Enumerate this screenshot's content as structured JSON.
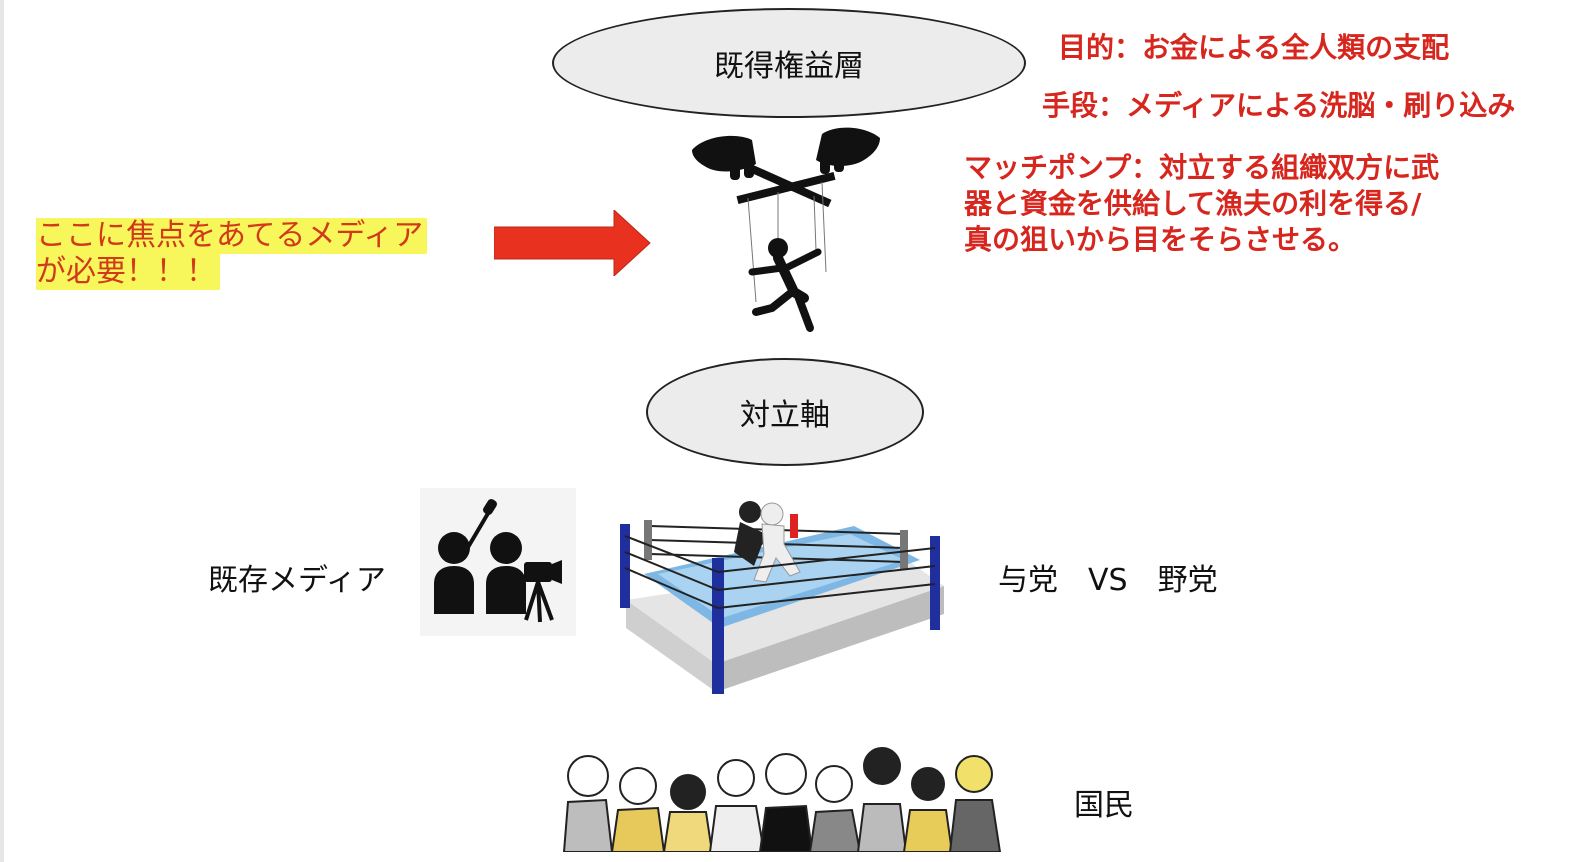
{
  "top_box": {
    "label": "既得権益層"
  },
  "purpose": "目的：お金による全人類の支配",
  "means": "手段：メディアによる洗脳・刷り込み",
  "matchpump": {
    "line1": "マッチポンプ：対立する組織双方に武",
    "line2": "器と資金を供給して漁夫の利を得る/",
    "line3": "真の狙いから目をそらさせる。"
  },
  "note": {
    "line1": "ここに焦点をあてるメディア",
    "line2": "が必要！！！"
  },
  "axis_box": {
    "label": "対立軸"
  },
  "media_label": "既存メディア",
  "parties": {
    "left": "与党",
    "vs": "VS",
    "right": "野党"
  },
  "people_label": "国民",
  "icons": [
    "arrow-icon",
    "puppet-icon",
    "media-camera-icon",
    "boxing-ring-icon",
    "crowd-icon"
  ],
  "colors": {
    "red_text": "#d7261e",
    "arrow": "#e8321f",
    "highlight": "#f7f65a"
  }
}
